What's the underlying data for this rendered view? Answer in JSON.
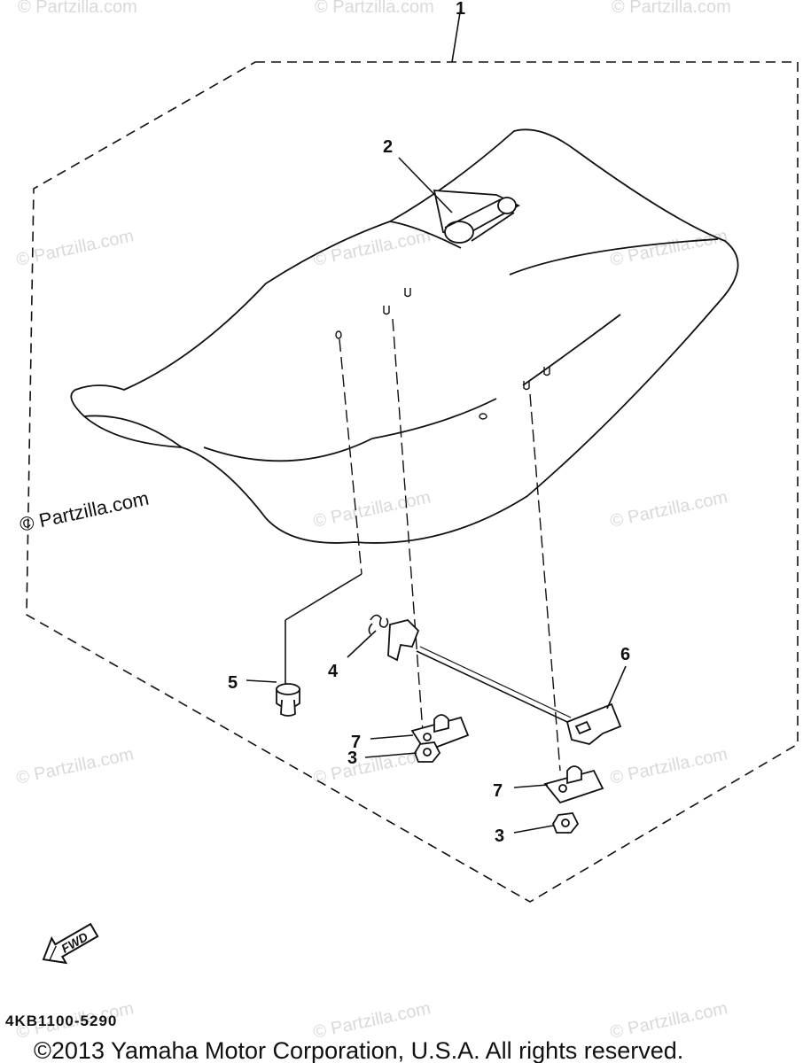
{
  "watermarks": {
    "text": "© Partzilla.com",
    "prominent": "© Partzilla.com"
  },
  "callouts": {
    "c1": "1",
    "c2": "2",
    "c3a": "3",
    "c3b": "3",
    "c4": "4",
    "c5": "5",
    "c6": "6",
    "c7a": "7",
    "c7b": "7"
  },
  "fwd_label": "FWD",
  "diagram_code": "4KB1100-5290",
  "copyright": "©2013  Yamaha Motor Corporation, U.S.A. All rights reserved.",
  "colors": {
    "line": "#111111",
    "watermark": "#d9d9d9",
    "background": "#ffffff"
  },
  "icons": {
    "fwd": "fwd-arrow-icon"
  }
}
